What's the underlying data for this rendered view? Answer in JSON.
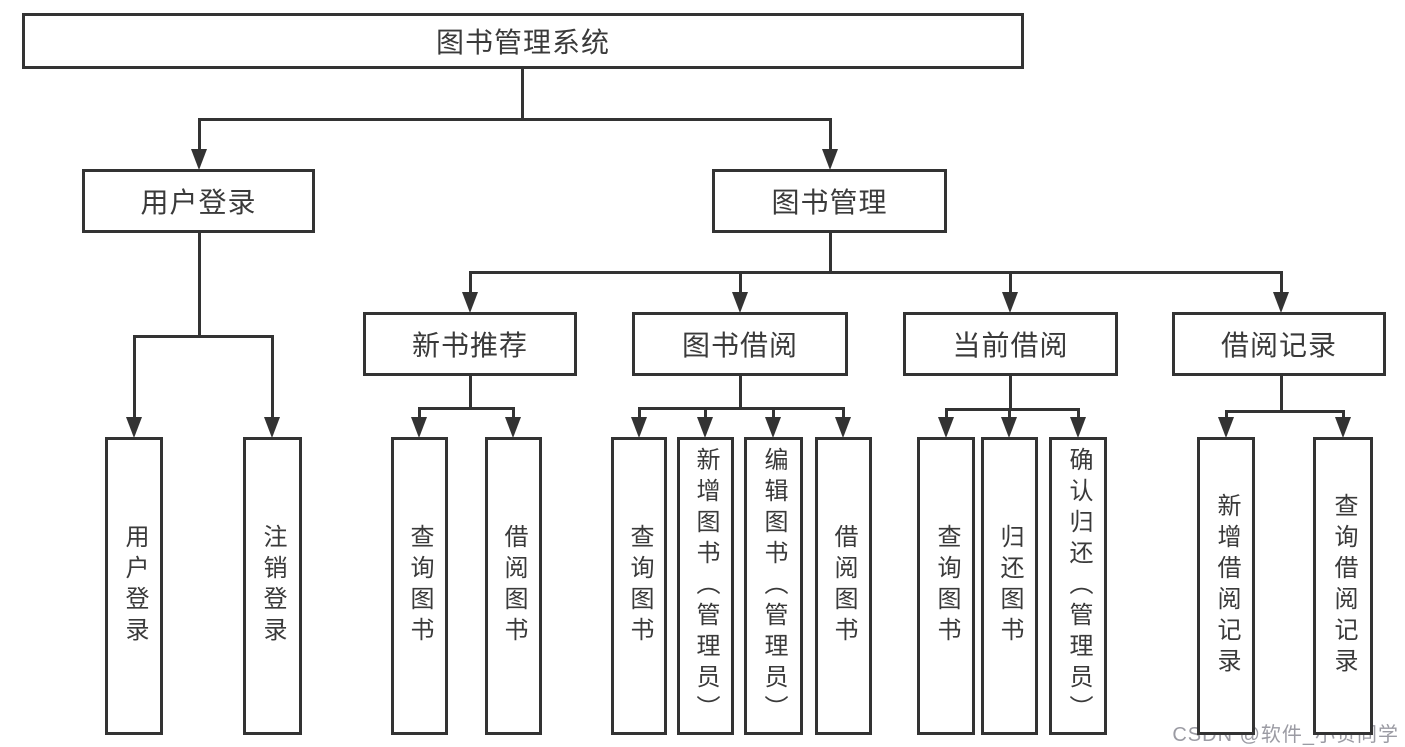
{
  "diagram": {
    "title": "图书管理系统",
    "colors": {
      "background": "#ffffff",
      "line": "#333333",
      "text": "#3a3a3a",
      "watermark": "#9b9ba3"
    },
    "nodes": {
      "root": {
        "label": "图书管理系统"
      },
      "user_login": {
        "label": "用户登录"
      },
      "book_mgmt": {
        "label": "图书管理"
      },
      "login": {
        "label": "用户登录"
      },
      "logout": {
        "label": "注销登录"
      },
      "new_book_rec": {
        "label": "新书推荐"
      },
      "book_borrow": {
        "label": "图书借阅"
      },
      "current_borrow": {
        "label": "当前借阅"
      },
      "borrow_records": {
        "label": "借阅记录"
      },
      "nb_query": {
        "label": "查询图书"
      },
      "nb_borrow": {
        "label": "借阅图书"
      },
      "bb_query": {
        "label": "查询图书"
      },
      "bb_add": {
        "label": "新增图书（管理员）"
      },
      "bb_edit": {
        "label": "编辑图书（管理员）"
      },
      "bb_borrow": {
        "label": "借阅图书"
      },
      "cb_query": {
        "label": "查询图书"
      },
      "cb_return": {
        "label": "归还图书"
      },
      "cb_confirm": {
        "label": "确认归还（管理员）"
      },
      "br_add": {
        "label": "新增借阅记录"
      },
      "br_query": {
        "label": "查询借阅记录"
      }
    },
    "hierarchy": {
      "图书管理系统": {
        "用户登录": [
          "用户登录",
          "注销登录"
        ],
        "图书管理": {
          "新书推荐": [
            "查询图书",
            "借阅图书"
          ],
          "图书借阅": [
            "查询图书",
            "新增图书（管理员）",
            "编辑图书（管理员）",
            "借阅图书"
          ],
          "当前借阅": [
            "查询图书",
            "归还图书",
            "确认归还（管理员）"
          ],
          "借阅记录": [
            "新增借阅记录",
            "查询借阅记录"
          ]
        }
      }
    }
  },
  "watermark": {
    "text": "CSDN @软件_小贺同学"
  }
}
